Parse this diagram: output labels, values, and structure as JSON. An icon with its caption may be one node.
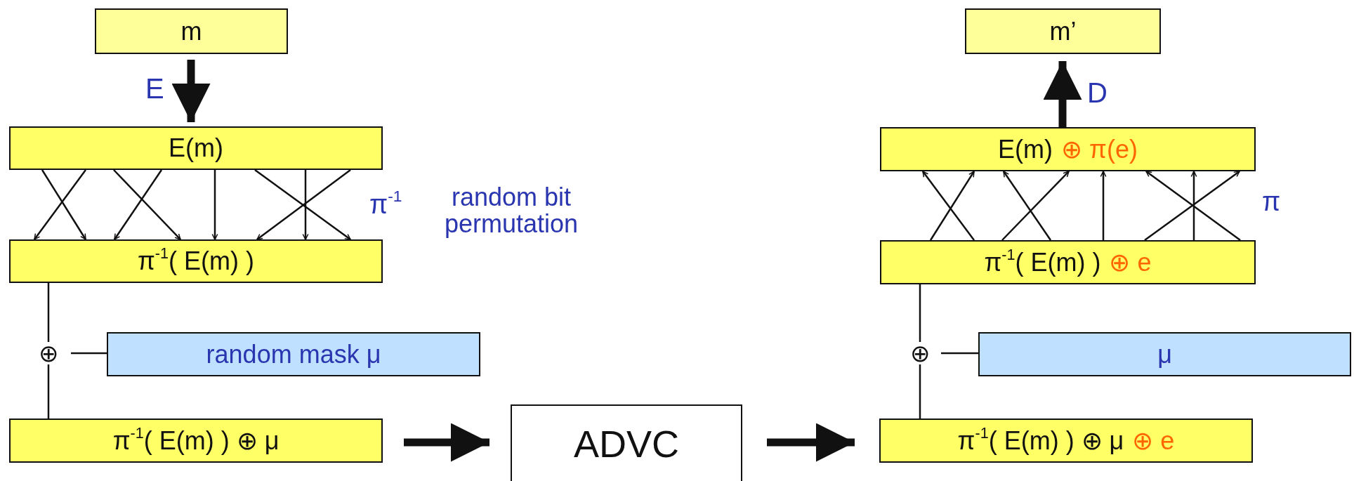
{
  "diagram": {
    "nodes": [
      {
        "text": [
          "m"
        ]
      },
      {
        "text": [
          "E(m)"
        ]
      },
      {
        "text": [
          "π$^{-1}$( E(m) )"
        ]
      },
      {
        "text": [
          "⊕"
        ]
      },
      {
        "text": [
          "random mask μ"
        ]
      },
      {
        "text": [
          "π$^{-1}$( E(m) ) ⊕ μ"
        ]
      },
      {
        "text": [
          "ADVC"
        ]
      },
      {
        "text": [
          "m’"
        ]
      },
      {
        "text": [
          "E(m)",
          "⊕ π(e)"
        ]
      },
      {
        "text": [
          "π$^{-1}$( E(m) )",
          "⊕ e"
        ]
      },
      {
        "text": [
          "⊕"
        ]
      },
      {
        "text": [
          "μ"
        ]
      },
      {
        "text": [
          "π$^{-1}$( E(m) ) ⊕ μ",
          "⊕ e"
        ]
      }
    ],
    "edges": [
      {
        "from": 0,
        "to": 1,
        "arrow": "to",
        "label": "E",
        "style": "thick"
      },
      {
        "from": 1,
        "to": 2,
        "arrow": "to"
      },
      {
        "from": 1,
        "to": 2,
        "arrow": "to"
      },
      {
        "from": 1,
        "to": 2,
        "arrow": "to"
      },
      {
        "from": 1,
        "to": 2,
        "arrow": "to"
      },
      {
        "from": 1,
        "to": 2,
        "arrow": "to"
      },
      {
        "from": 1,
        "to": 2,
        "arrow": "to"
      },
      {
        "from": 1,
        "to": 2,
        "arrow": "to"
      },
      {
        "from": 1,
        "to": 2,
        "arrow": "to"
      },
      {
        "from": 2,
        "to": 3,
        "arrow": "none"
      },
      {
        "from": 4,
        "to": 3,
        "arrow": "none"
      },
      {
        "from": 3,
        "to": 5,
        "arrow": "none"
      },
      {
        "from": 5,
        "to": 6,
        "arrow": "to",
        "style": "thick"
      },
      {
        "from": 6,
        "to": 12,
        "arrow": "to",
        "style": "thick"
      },
      {
        "from": 12,
        "to": 10,
        "arrow": "none"
      },
      {
        "from": 11,
        "to": 10,
        "arrow": "none"
      },
      {
        "from": 10,
        "to": 9,
        "arrow": "none"
      },
      {
        "from": 9,
        "to": 8,
        "arrow": "to"
      },
      {
        "from": 9,
        "to": 8,
        "arrow": "to"
      },
      {
        "from": 9,
        "to": 8,
        "arrow": "to"
      },
      {
        "from": 9,
        "to": 8,
        "arrow": "to"
      },
      {
        "from": 9,
        "to": 8,
        "arrow": "to"
      },
      {
        "from": 9,
        "to": 8,
        "arrow": "to"
      },
      {
        "from": 9,
        "to": 8,
        "arrow": "to"
      },
      {
        "from": 9,
        "to": 8,
        "arrow": "to"
      },
      {
        "from": 8,
        "to": 7,
        "arrow": "to",
        "label": "D",
        "style": "thick"
      }
    ],
    "labels": [
      "π$^{-1}$",
      "random bit permutation",
      "π"
    ]
  }
}
